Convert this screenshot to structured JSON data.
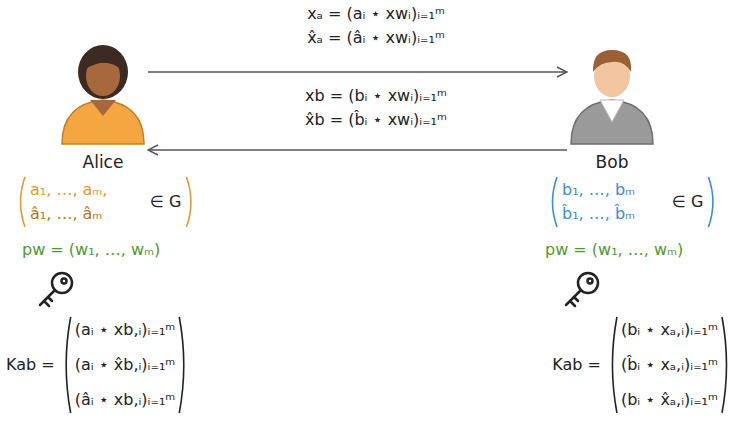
{
  "diagram": {
    "nodes": [
      {
        "text": [
          "Alice"
        ]
      },
      {
        "text": [
          "Bob"
        ]
      }
    ],
    "edges": [
      {
        "from": 0,
        "to": 1,
        "arrow": "to"
      },
      {
        "from": 1,
        "to": 0,
        "arrow": "to"
      }
    ],
    "labels": [
      "xₐ = (aᵢ ⋆ xwᵢ)ᵢ₌₁ᵐ",
      "x̂ₐ = (âᵢ ⋆ xwᵢ)ᵢ₌₁ᵐ",
      "xb = (bᵢ ⋆ xwᵢ)ᵢ₌₁ᵐ",
      "x̂b = (b̂ᵢ ⋆ xwᵢ)ᵢ₌₁ᵐ",
      "a₁, …, aₘ,",
      "â₁, …, âₘ",
      "∈ G",
      "pw = (w₁, …, wₘ)",
      "Kab =",
      "(aᵢ ⋆ xb,ᵢ)ᵢ₌₁ᵐ",
      "(aᵢ ⋆ x̂b,ᵢ)ᵢ₌₁ᵐ",
      "(âᵢ ⋆ xb,ᵢ)ᵢ₌₁ᵐ",
      "b₁, …, bₘ",
      "b̂₁, …, b̂ₘ",
      "∈ G",
      "pw = (w₁, …, wₘ)",
      "Kab =",
      "(bᵢ ⋆ xₐ,ᵢ)ᵢ₌₁ᵐ",
      "(b̂ᵢ ⋆ xₐ,ᵢ)ᵢ₌₁ᵐ",
      "(bᵢ ⋆ x̂ₐ,ᵢ)ᵢ₌₁ᵐ"
    ]
  }
}
